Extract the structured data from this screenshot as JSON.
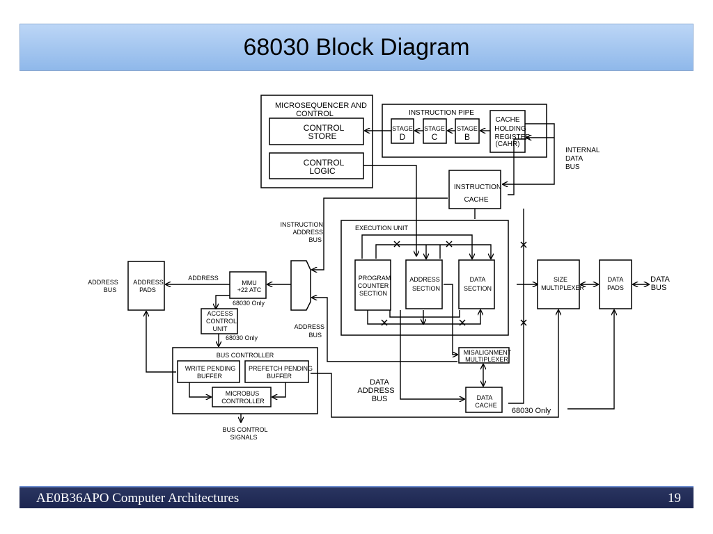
{
  "header": {
    "title": "68030 Block Diagram"
  },
  "footer": {
    "course": "AE0B36APO   Computer Architectures",
    "page": "19"
  },
  "diagram": {
    "micro_title1": "MICROSEQUENCER AND",
    "micro_title2": "CONTROL",
    "control_store1": "CONTROL",
    "control_store2": "STORE",
    "control_logic1": "CONTROL",
    "control_logic2": "LOGIC",
    "instruction_pipe": "INSTRUCTION PIPE",
    "stage_word": "STAGE",
    "stage_d": "D",
    "stage_c": "C",
    "stage_b": "B",
    "cahr1": "CACHE",
    "cahr2": "HOLDING",
    "cahr3": "REGISTER",
    "cahr4": "(CAHR)",
    "internal_bus1": "INTERNAL",
    "internal_bus2": "DATA",
    "internal_bus3": "BUS",
    "icache1": "INSTRUCTION",
    "icache2": "CACHE",
    "iab1": "INSTRUCTION",
    "iab2": "ADDRESS",
    "iab3": "BUS",
    "execution_unit": "EXECUTION UNIT",
    "pc1": "PROGRAM",
    "pc2": "COUNTER",
    "pc3": "SECTION",
    "as1": "ADDRESS",
    "as2": "SECTION",
    "ds1": "DATA",
    "ds2": "SECTION",
    "size1": "SIZE",
    "size2": "MULTIPLEXER",
    "dpads1": "DATA",
    "dpads2": "PADS",
    "databus1": "DATA",
    "databus2": "BUS",
    "abus1": "ADDRESS",
    "abus2": "BUS",
    "apads1": "ADDRESS",
    "apads2": "PADS",
    "address_label": "ADDRESS",
    "mmu1": "MMU",
    "mmu2": "+22 ATC",
    "only1": "68030 Only",
    "acu1": "ACCESS",
    "acu2": "CONTROL",
    "acu3": "UNIT",
    "only2": "68030 Only",
    "addrbus_mid1": "ADDRESS",
    "addrbus_mid2": "BUS",
    "bus_controller": "BUS CONTROLLER",
    "wpb1": "WRITE PENDING",
    "wpb2": "BUFFER",
    "ppb1": "PREFETCH PENDING",
    "ppb2": "BUFFER",
    "mbc1": "MICROBUS",
    "mbc2": "CONTROLLER",
    "bcs1": "BUS CONTROL",
    "bcs2": "SIGNALS",
    "mis1": "MISALIGNMENT",
    "mis2": "MULTIPLEXER",
    "dab1": "DATA",
    "dab2": "ADDRESS",
    "dab3": "BUS",
    "dcache1": "DATA",
    "dcache2": "CACHE",
    "only3": "68030 Only"
  }
}
